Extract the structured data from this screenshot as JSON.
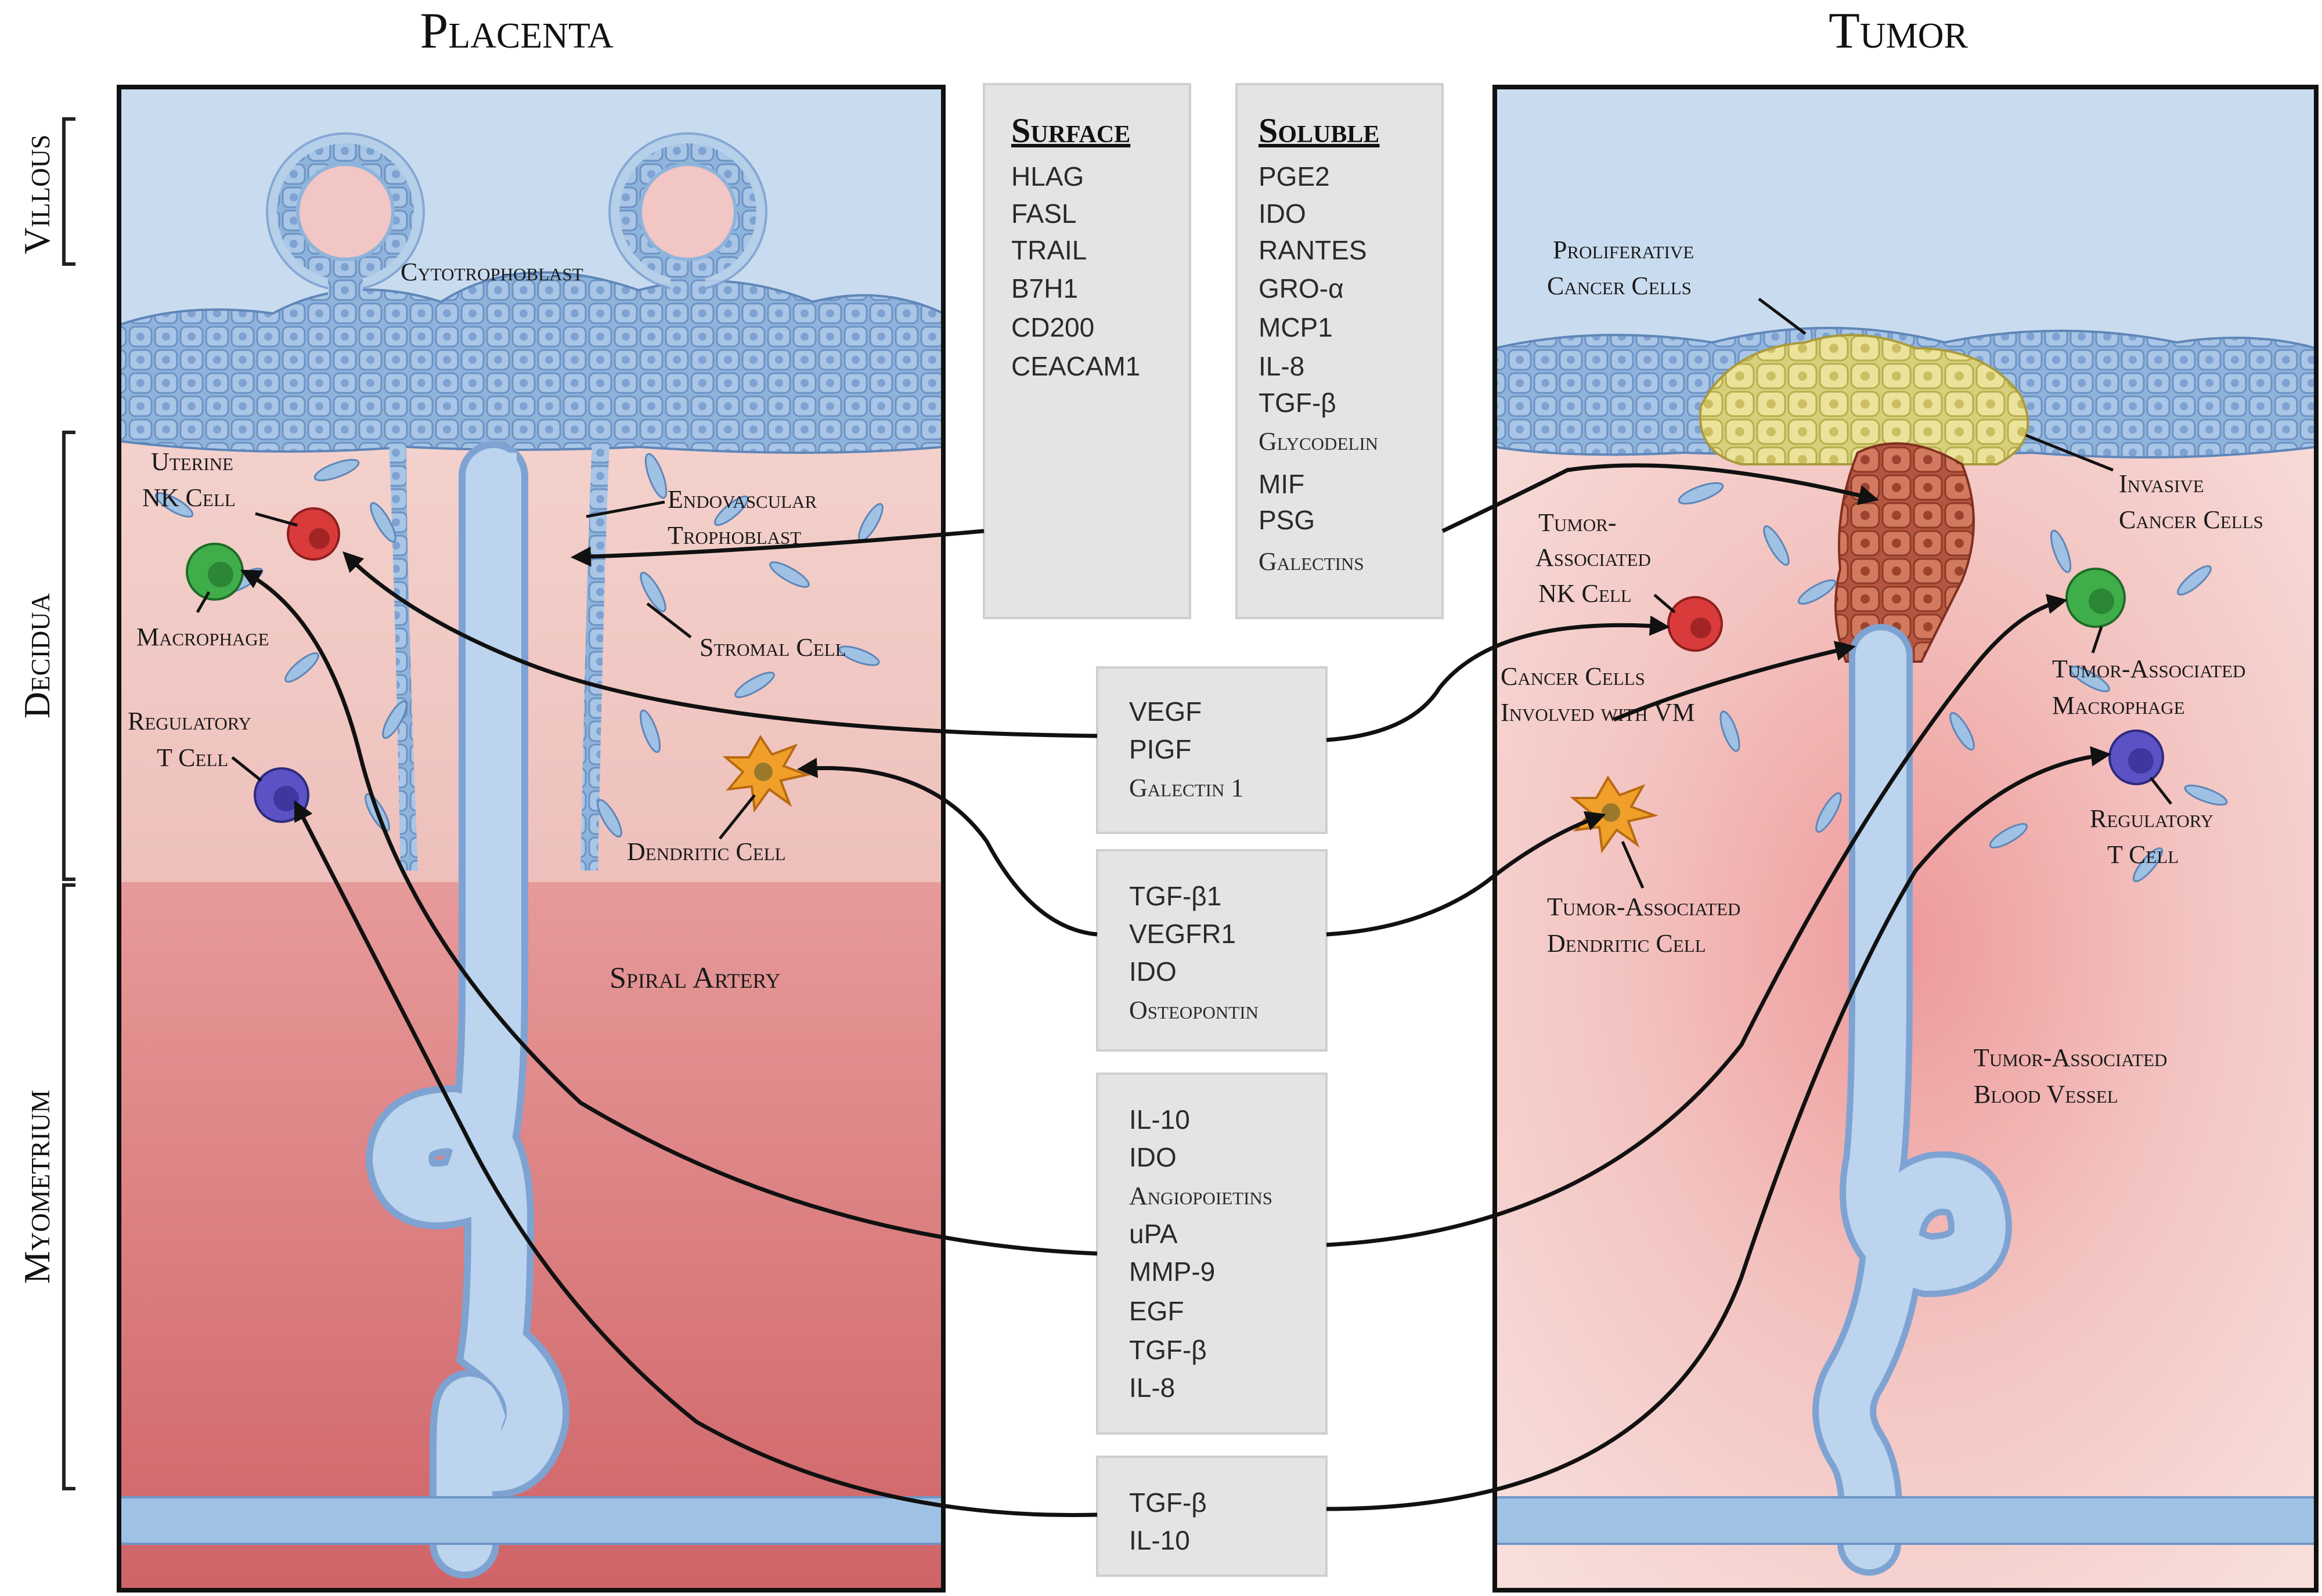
{
  "titles": {
    "placenta": "Placenta",
    "tumor": "Tumor"
  },
  "layers": {
    "villous": "Villous",
    "decidua": "Decidua",
    "myometrium": "Myometrium"
  },
  "placenta_labels": {
    "cytotrophoblast": "Cytotrophoblast",
    "uterine_nk_1": "Uterine",
    "uterine_nk_2": "NK Cell",
    "endovascular_1": "Endovascular",
    "endovascular_2": "Trophoblast",
    "macrophage": "Macrophage",
    "stromal_cell": "Stromal Cell",
    "regulatory_1": "Regulatory",
    "regulatory_2": "T Cell",
    "dendritic_cell": "Dendritic Cell",
    "spiral_artery": "Spiral Artery"
  },
  "tumor_labels": {
    "proliferative_1": "Proliferative",
    "proliferative_2": "Cancer Cells",
    "invasive_1": "Invasive",
    "invasive_2": "Cancer Cells",
    "tanK_1": "Tumor-",
    "tanK_2": "Associated",
    "tanK_3": "NK Cell",
    "vm_1": "Cancer Cells",
    "vm_2": "Involved with VM",
    "tam_1": "Tumor-Associated",
    "tam_2": "Macrophage",
    "treg_1": "Regulatory",
    "treg_2": "T Cell",
    "tadc_1": "Tumor-Associated",
    "tadc_2": "Dendritic Cell",
    "tabv_1": "Tumor-Associated",
    "tabv_2": "Blood Vessel"
  },
  "boxes": {
    "surface": {
      "heading": "Surface",
      "items": [
        "HLAG",
        "FASL",
        "TRAIL",
        "B7H1",
        "CD200",
        "CEACAM1"
      ]
    },
    "soluble": {
      "heading": "Soluble",
      "items": [
        "PGE2",
        "IDO",
        "RANTES",
        "GRO-α",
        "MCP1",
        "IL-8",
        "TGF-β",
        "Glycodelin",
        "MIF",
        "PSG",
        "Galectins"
      ]
    },
    "box3": {
      "items": [
        "VEGF",
        "PIGF",
        "Galectin 1"
      ]
    },
    "box4": {
      "items": [
        "TGF-β1",
        "VEGFR1",
        "IDO",
        "Osteopontin"
      ]
    },
    "box5": {
      "items": [
        "IL-10",
        "IDO",
        "Angiopoietins",
        "uPA",
        "MMP-9",
        "EGF",
        "TGF-β",
        "IL-8"
      ]
    },
    "box6": {
      "items": [
        "TGF-β",
        "IL-10"
      ]
    }
  },
  "colors": {
    "villous_bg": "#c9dcef",
    "decidua_bg": "#f2c9c4",
    "myometrium_bg": "#d9777a",
    "vessel": "#b9d2ec",
    "box_fill": "#e4e4e4",
    "nk_cell": "#d93a3a",
    "macrophage": "#3fae4a",
    "treg": "#5b52c6",
    "dendritic": "#f0a02a"
  }
}
